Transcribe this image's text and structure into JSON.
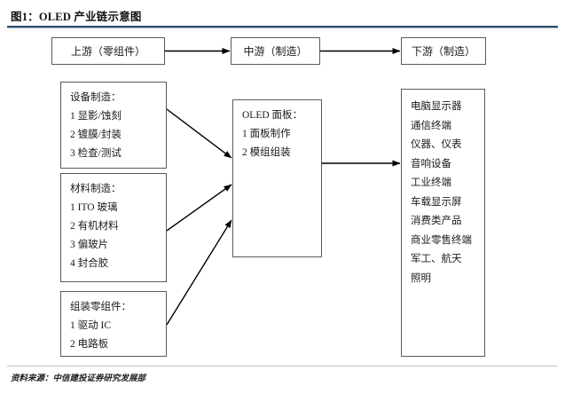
{
  "figure": {
    "title": "图1：OLED 产业链示意图",
    "source": "资料来源：中信建投证券研究发展部",
    "accent_color": "#2f4f6f",
    "box_border_color": "#5a5a5a",
    "arrow_color": "#000000",
    "background": "#ffffff"
  },
  "chain_row": {
    "upstream": "上游（零组件）",
    "midstream": "中游（制造）",
    "downstream": "下游（制造）"
  },
  "equipment_box": {
    "heading": "设备制造：",
    "items": [
      "1 显影/蚀刻",
      "2 镀膜/封装",
      "3 检查/测试"
    ]
  },
  "material_box": {
    "heading": "材料制造：",
    "items": [
      "1 ITO 玻璃",
      "2 有机材料",
      "3 偏玻片",
      "4 封合胶"
    ]
  },
  "assembly_box": {
    "heading": "组装零组件：",
    "items": [
      "1  驱动 IC",
      "2  电路板"
    ]
  },
  "panel_box": {
    "heading": "OLED 面板：",
    "items": [
      "1 面板制作",
      "2 模组组装"
    ]
  },
  "applications_box": {
    "items": [
      "电脑显示器",
      "通信终端",
      "仪器、仪表",
      "音响设备",
      "工业终端",
      "车载显示屏",
      "消费类产品",
      "商业零售终端",
      "军工、航天",
      "照明"
    ]
  }
}
